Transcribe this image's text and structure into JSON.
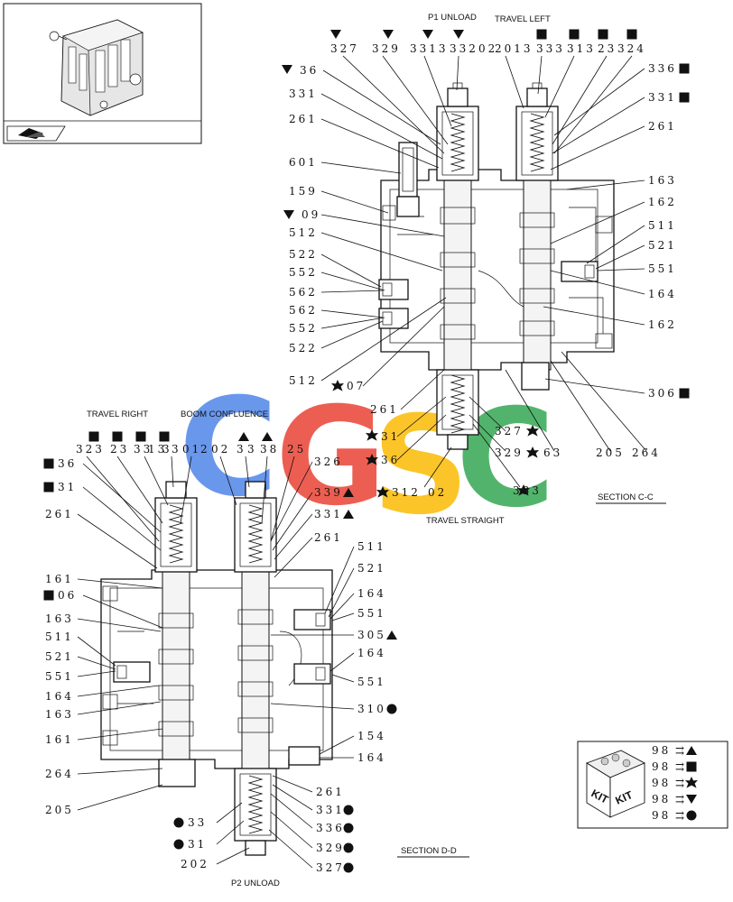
{
  "watermark": {
    "letters": [
      "C",
      "G",
      "S",
      "C"
    ],
    "colors": [
      "#4f86e8",
      "#ea4335",
      "#fbbc05",
      "#34a853"
    ]
  },
  "section_cc": {
    "title": "SECTION  C-C",
    "caption_top_p1": "P1 UNLOAD",
    "caption_top_travel_left": "TRAVEL LEFT",
    "caption_bottom": "TRAVEL STRAIGHT",
    "top_numbers": [
      "327",
      "329",
      "3313",
      "332",
      "02",
      "2013",
      "333",
      "313",
      "23",
      "324"
    ],
    "left_labels": [
      "36",
      "331",
      "261",
      "601",
      "159",
      "09",
      "512",
      "522",
      "552",
      "562",
      "562",
      "552",
      "522",
      "512",
      "07"
    ],
    "right_labels": [
      "336",
      "331",
      "261",
      "163",
      "162",
      "511",
      "521",
      "551",
      "164",
      "162",
      "306"
    ],
    "bottom_labels": [
      "261",
      "31",
      "36",
      "312",
      "02",
      "327",
      "329",
      "63",
      "205",
      "264",
      "333"
    ]
  },
  "section_dd": {
    "title": "SECTION  D-D",
    "caption_travel_right": "TRAVEL RIGHT",
    "caption_boom": "BOOM CONFLUENCE",
    "caption_bottom": "P2 UNLOAD",
    "top_numbers": [
      "323",
      "23",
      "33",
      "13",
      "3",
      "3",
      "01",
      "2",
      "02",
      "3",
      "3",
      "38",
      "25"
    ],
    "left_labels": [
      "36",
      "31",
      "261",
      "161",
      "06",
      "163",
      "511",
      "521",
      "551",
      "164",
      "163",
      "161",
      "264",
      "205"
    ],
    "right_labels": [
      "326",
      "339",
      "331",
      "261",
      "511",
      "521",
      "164",
      "551",
      "305",
      "164",
      "551",
      "310",
      "154",
      "164",
      "261",
      "331",
      "336",
      "329",
      "327",
      "33",
      "31",
      "202"
    ]
  },
  "kit_legend": {
    "box_text": [
      "KIT",
      "KIT"
    ],
    "rows": [
      {
        "code": "98",
        "symbol": "triangle-up"
      },
      {
        "code": "98",
        "symbol": "square"
      },
      {
        "code": "98",
        "symbol": "star"
      },
      {
        "code": "98",
        "symbol": "triangle-down"
      },
      {
        "code": "98",
        "symbol": "circle"
      }
    ]
  },
  "thumbnail": {
    "icon": "flip-page-icon"
  }
}
